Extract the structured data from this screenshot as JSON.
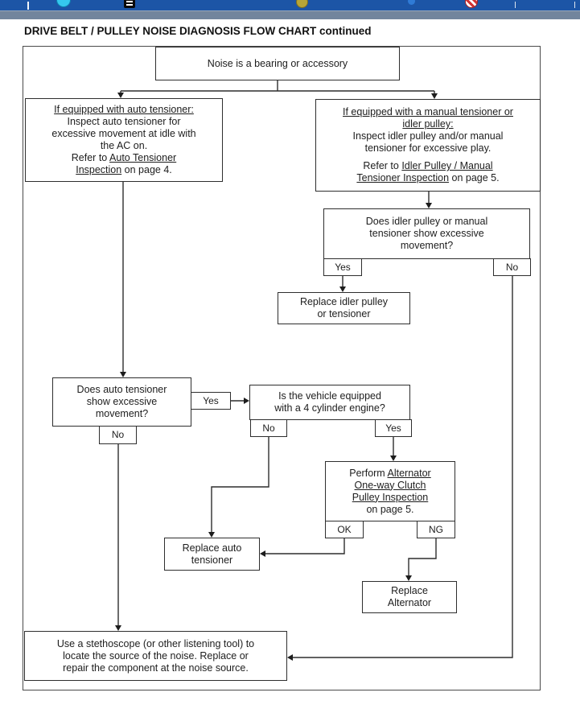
{
  "window": {
    "toolbar_color": "#1c55a6",
    "subbar_color": "#72859d",
    "toolbar_icons": [
      "cursor-bar-icon",
      "globe-icon",
      "document-icon",
      "coin-icon",
      "dot-icon",
      "lifebuoy-icon",
      "separator-icon",
      "separator-icon"
    ]
  },
  "page": {
    "title": "DRIVE BELT / PULLEY NOISE DIAGNOSIS FLOW CHART continued"
  },
  "flowchart": {
    "nodes": {
      "start": [
        [
          {
            "t": "Noise is a bearing or accessory"
          }
        ]
      ],
      "auto": [
        [
          {
            "t": "If equipped with auto tensioner:",
            "u": true
          }
        ],
        [
          {
            "t": "Inspect auto tensioner for"
          }
        ],
        [
          {
            "t": "excessive movement at idle with"
          }
        ],
        [
          {
            "t": "the AC on."
          }
        ],
        [
          {
            "t": "Refer to "
          },
          {
            "t": "Auto Tensioner",
            "u": true
          }
        ],
        [
          {
            "t": "Inspection",
            "u": true
          },
          {
            "t": " on page 4."
          }
        ]
      ],
      "manual": [
        [
          {
            "t": "If equipped with a manual tensioner or",
            "u": true
          }
        ],
        [
          {
            "t": "idler pulley:",
            "u": true
          }
        ],
        [
          {
            "t": "Inspect idler pulley and/or manual"
          }
        ],
        [
          {
            "t": "tensioner for excessive play."
          }
        ],
        [],
        [
          {
            "t": "Refer to "
          },
          {
            "t": "Idler Pulley / Manual",
            "u": true
          }
        ],
        [
          {
            "t": "Tensioner Inspection",
            "u": true
          },
          {
            "t": " on page 5."
          }
        ]
      ],
      "idler_q": [
        [
          {
            "t": "Does idler pulley or manual"
          }
        ],
        [
          {
            "t": "tensioner show excessive"
          }
        ],
        [
          {
            "t": "movement?"
          }
        ]
      ],
      "replace_idler": [
        [
          {
            "t": "Replace idler pulley"
          }
        ],
        [
          {
            "t": "or tensioner"
          }
        ]
      ],
      "auto_q": [
        [
          {
            "t": "Does auto tensioner"
          }
        ],
        [
          {
            "t": "show excessive"
          }
        ],
        [
          {
            "t": "movement?"
          }
        ]
      ],
      "cyl_q": [
        [
          {
            "t": "Is the vehicle equipped"
          }
        ],
        [
          {
            "t": "with a 4 cylinder engine?"
          }
        ]
      ],
      "perform": [
        [
          {
            "t": "Perform "
          },
          {
            "t": "Alternator",
            "u": true
          }
        ],
        [
          {
            "t": "One-way Clutch",
            "u": true
          }
        ],
        [
          {
            "t": "Pulley Inspection",
            "u": true
          }
        ],
        [
          {
            "t": "on page 5."
          }
        ]
      ],
      "replace_auto": [
        [
          {
            "t": "Replace auto"
          }
        ],
        [
          {
            "t": "tensioner"
          }
        ]
      ],
      "replace_alt": [
        [
          {
            "t": "Replace"
          }
        ],
        [
          {
            "t": "Alternator"
          }
        ]
      ],
      "stethoscope": [
        [
          {
            "t": "Use a stethoscope (or other listening tool) to"
          }
        ],
        [
          {
            "t": "locate the source of the noise. Replace or"
          }
        ],
        [
          {
            "t": "repair the component at the noise source."
          }
        ]
      ]
    },
    "tags": {
      "idler_yes": "Yes",
      "idler_no": "No",
      "auto_yes": "Yes",
      "auto_no": "No",
      "cyl_no": "No",
      "cyl_yes": "Yes",
      "perform_ok": "OK",
      "perform_ng": "NG"
    },
    "edges": [
      {
        "from": "start",
        "to": "auto"
      },
      {
        "from": "start",
        "to": "manual"
      },
      {
        "from": "manual",
        "to": "idler_q"
      },
      {
        "from": "idler_q",
        "label": "Yes",
        "to": "replace_idler"
      },
      {
        "from": "idler_q",
        "label": "No",
        "to": "stethoscope"
      },
      {
        "from": "auto",
        "to": "auto_q"
      },
      {
        "from": "auto_q",
        "label": "Yes",
        "to": "cyl_q"
      },
      {
        "from": "auto_q",
        "label": "No",
        "to": "stethoscope"
      },
      {
        "from": "cyl_q",
        "label": "No",
        "to": "replace_auto"
      },
      {
        "from": "cyl_q",
        "label": "Yes",
        "to": "perform"
      },
      {
        "from": "perform",
        "label": "OK",
        "to": "replace_auto"
      },
      {
        "from": "perform",
        "label": "NG",
        "to": "replace_alt"
      }
    ]
  }
}
